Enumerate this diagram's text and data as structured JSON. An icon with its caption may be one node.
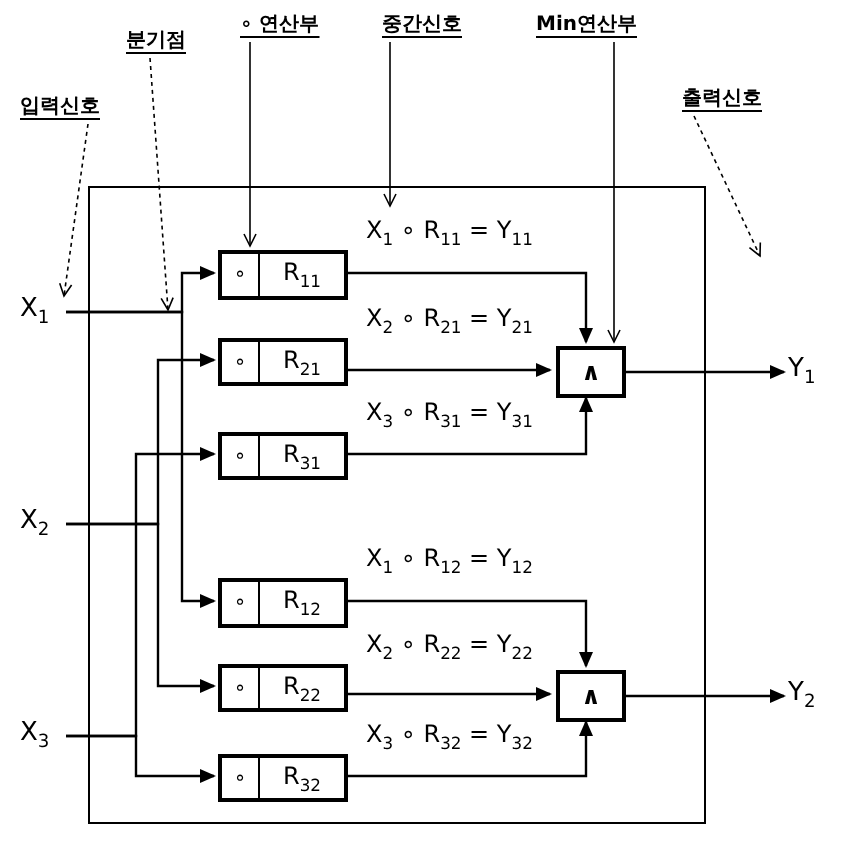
{
  "diagram": {
    "nodes": [
      {
        "text": [],
        "shape": "box"
      },
      {
        "text": [
          "X$_{1}$"
        ]
      },
      {
        "text": [
          "X$_{2}$"
        ]
      },
      {
        "text": [
          "X$_{3}$"
        ]
      },
      {
        "text": [
          "∘",
          "R$_{11}$"
        ],
        "beside": [
          "X$_{1}$ ∘ R$_{11}$ = Y$_{11}$"
        ],
        "in": 0
      },
      {
        "text": [
          "∘",
          "R$_{21}$"
        ],
        "beside": [
          "X$_{2}$ ∘ R$_{21}$ = Y$_{21}$"
        ],
        "in": 0
      },
      {
        "text": [
          "∘",
          "R$_{31}$"
        ],
        "beside": [
          "X$_{3}$ ∘ R$_{31}$ = Y$_{31}$"
        ],
        "in": 0
      },
      {
        "text": [
          "∘",
          "R$_{12}$"
        ],
        "beside": [
          "X$_{1}$ ∘ R$_{12}$ = Y$_{12}$"
        ],
        "in": 0
      },
      {
        "text": [
          "∘",
          "R$_{22}$"
        ],
        "beside": [
          "X$_{2}$ ∘ R$_{22}$ = Y$_{22}$"
        ],
        "in": 0
      },
      {
        "text": [
          "∘",
          "R$_{32}$"
        ],
        "beside": [
          "X$_{3}$ ∘ R$_{32}$ = Y$_{32}$"
        ],
        "in": 0
      },
      {
        "text": [
          "∧"
        ],
        "in": 0
      },
      {
        "text": [
          "∧"
        ],
        "in": 0
      },
      {
        "text": [
          "Y$_{1}$"
        ]
      },
      {
        "text": [
          "Y$_{2}$"
        ]
      },
      {
        "text": [
          "입력신호"
        ]
      },
      {
        "text": [
          "분기점"
        ]
      },
      {
        "text": [
          "∘ 연산부"
        ]
      },
      {
        "text": [
          "중간신호"
        ]
      },
      {
        "text": [
          "Min연산부"
        ]
      },
      {
        "text": [
          "출력신호"
        ]
      }
    ],
    "edges": [
      {
        "from": 1,
        "to": 4,
        "arrow": "to"
      },
      {
        "from": 1,
        "to": 7,
        "arrow": "to"
      },
      {
        "from": 2,
        "to": 5,
        "arrow": "to"
      },
      {
        "from": 2,
        "to": 8,
        "arrow": "to"
      },
      {
        "from": 3,
        "to": 6,
        "arrow": "to"
      },
      {
        "from": 3,
        "to": 9,
        "arrow": "to"
      },
      {
        "from": 4,
        "to": 10,
        "arrow": "to"
      },
      {
        "from": 5,
        "to": 10,
        "arrow": "to"
      },
      {
        "from": 6,
        "to": 10,
        "arrow": "to"
      },
      {
        "from": 7,
        "to": 11,
        "arrow": "to"
      },
      {
        "from": 8,
        "to": 11,
        "arrow": "to"
      },
      {
        "from": 9,
        "to": 11,
        "arrow": "to"
      },
      {
        "from": 10,
        "to": 12,
        "arrow": "to"
      },
      {
        "from": 11,
        "to": 13,
        "arrow": "to"
      },
      {
        "from": 14,
        "to": 1,
        "arrow": "to",
        "style": "dashed"
      },
      {
        "from": 15,
        "to": null,
        "arrow": "to",
        "style": "dashed"
      },
      {
        "from": 16,
        "to": 4,
        "arrow": "to"
      },
      {
        "from": 17,
        "to": 4,
        "arrow": "to"
      },
      {
        "from": 18,
        "to": 10,
        "arrow": "to"
      },
      {
        "from": 19,
        "to": null,
        "arrow": "to",
        "style": "dashed"
      }
    ]
  }
}
